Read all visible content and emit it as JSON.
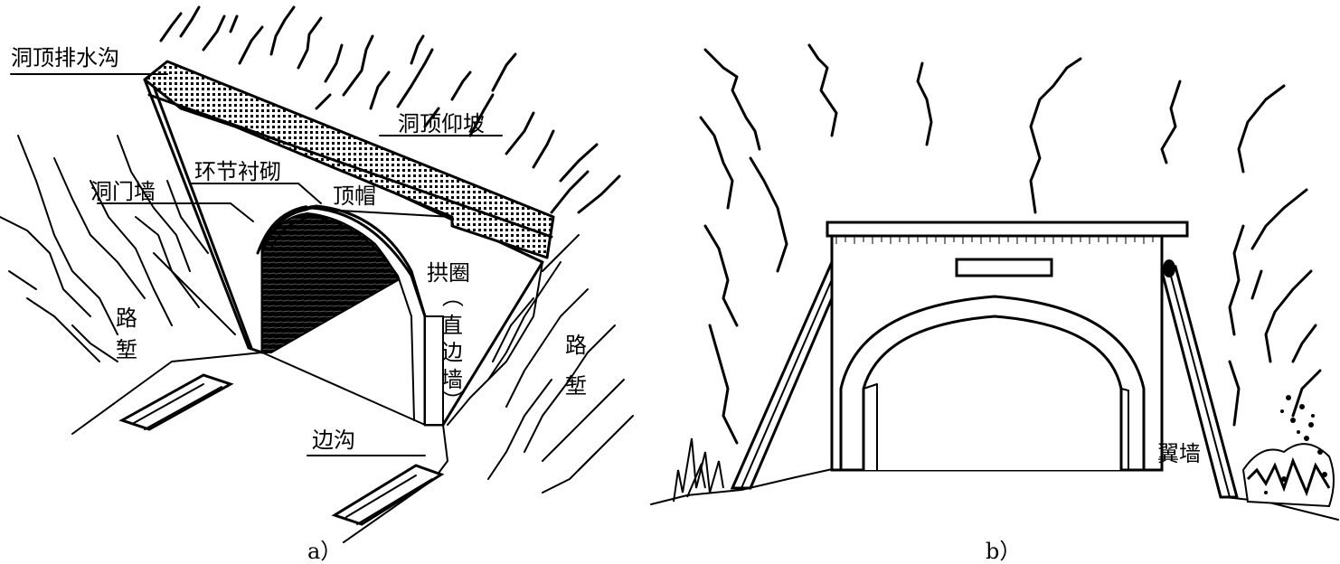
{
  "figure_a": {
    "labels": {
      "top_drain": "洞顶排水沟",
      "top_slope": "洞顶仰坡",
      "ring_lining": "环节衬砌",
      "portal_wall": "洞门墙",
      "coping": "顶帽",
      "arch_ring": "拱圈",
      "paren_open": "（",
      "straight_wall_1": "直",
      "straight_wall_2": "边",
      "straight_wall_3": "墙",
      "paren_close": "）",
      "cut_left_1": "路",
      "cut_left_2": "堑",
      "cut_right_1": "路",
      "cut_right_2": "堑",
      "side_ditch": "边沟"
    },
    "caption": "a）"
  },
  "figure_b": {
    "labels": {
      "wing_wall": "翼墙"
    },
    "caption": "b）"
  }
}
